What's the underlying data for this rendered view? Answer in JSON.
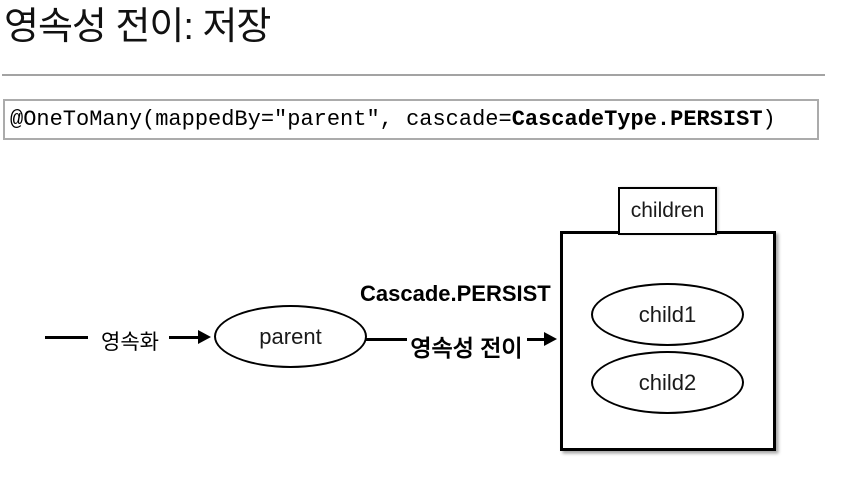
{
  "page": {
    "title": "영속성 전이: 저장"
  },
  "code": {
    "prefix": "@OneToMany(mappedBy=\"parent\", cascade=",
    "bold": "CascadeType.PERSIST",
    "suffix": ")"
  },
  "diagram": {
    "persist_label": "영속화",
    "parent_label": "parent",
    "cascade_label": "Cascade.PERSIST",
    "transition_label": "영속성 전이",
    "children_label": "children",
    "child1_label": "child1",
    "child2_label": "child2"
  },
  "colors": {
    "line": "#000000",
    "divider": "#a3a3a3",
    "code_border": "#ababab",
    "text": "#111111",
    "background": "#ffffff"
  }
}
